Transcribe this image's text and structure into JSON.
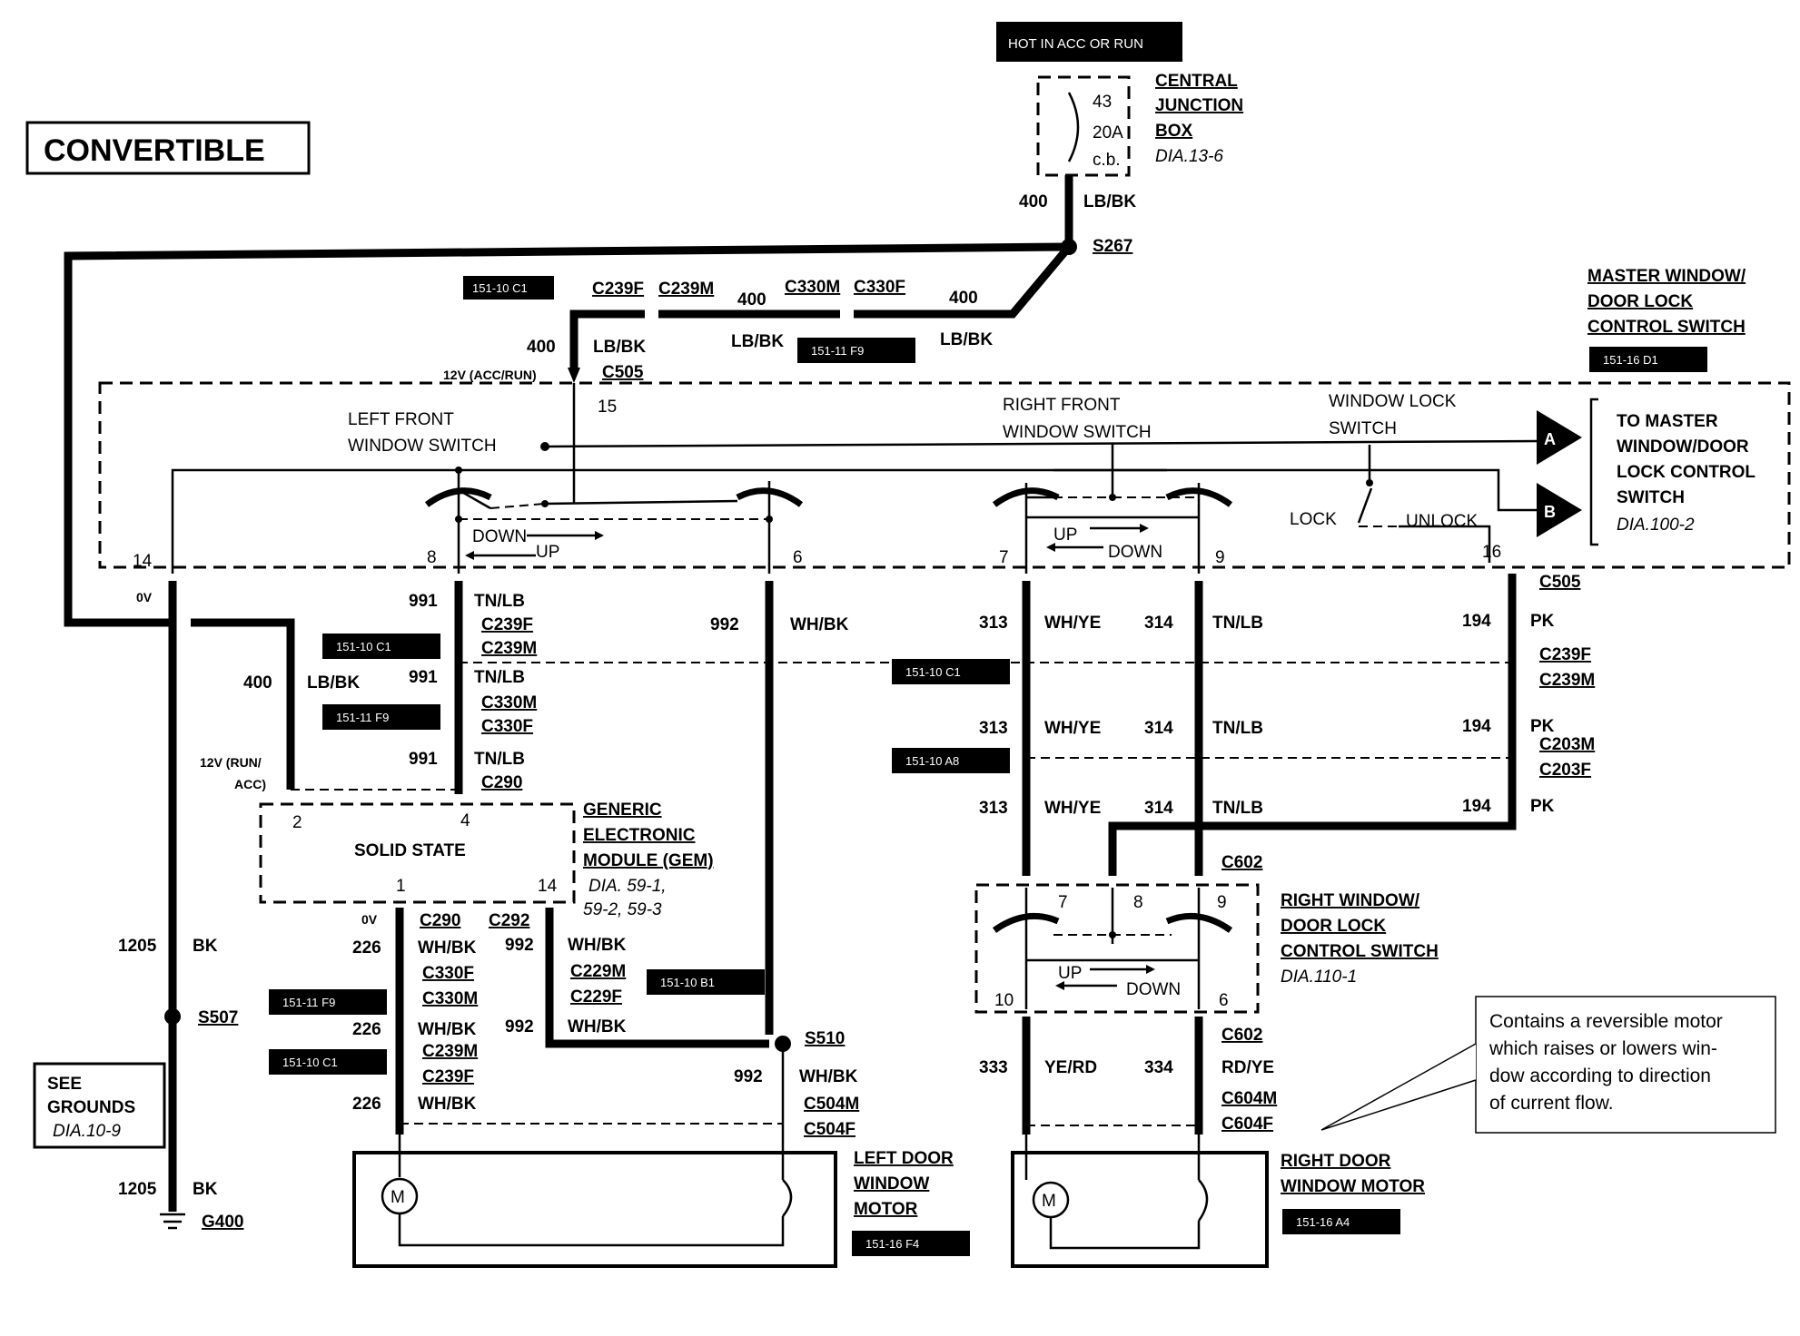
{
  "title_box": "CONVERTIBLE",
  "hot_label": "HOT IN ACC OR RUN",
  "fuse": {
    "number": "43",
    "rating": "20A",
    "type": "c.b."
  },
  "cjb": {
    "line1": "CENTRAL",
    "line2": "JUNCTION",
    "line3": "BOX",
    "ref": "DIA.13-6"
  },
  "splices": {
    "s267": "S267",
    "s507": "S507",
    "s510": "S510",
    "g400": "G400"
  },
  "master_switch": {
    "line1": "MASTER WINDOW/",
    "line2": "DOOR LOCK",
    "line3": "CONTROL SWITCH",
    "ref_box": "151-16 D1"
  },
  "to_master": {
    "line1": "TO MASTER",
    "line2": "WINDOW/DOOR",
    "line3": "LOCK CONTROL",
    "line4": "SWITCH",
    "ref": "DIA.100-2",
    "tri_a": "A",
    "tri_b": "B"
  },
  "switch_labels": {
    "lf1": "LEFT FRONT",
    "lf2": "WINDOW SWITCH",
    "rf1": "RIGHT FRONT",
    "rf2": "WINDOW SWITCH",
    "wl1": "WINDOW LOCK",
    "wl2": "SWITCH",
    "lock": "LOCK",
    "unlock": "UNLOCK",
    "down": "DOWN",
    "up": "UP"
  },
  "pins": {
    "p15": "15",
    "p14": "14",
    "p8": "8",
    "p6": "6",
    "p7": "7",
    "p9": "9",
    "p16": "16",
    "p2": "2",
    "p4": "4",
    "p1": "1",
    "p14b": "14",
    "p10": "10",
    "p6b": "6",
    "p7b": "7",
    "p8b": "8",
    "p9b": "9"
  },
  "voltages": {
    "v12_top": "12V (ACC/RUN)",
    "v0": "0V",
    "v12_run": "12V (RUN/",
    "acc": "ACC)",
    "v0b": "0V"
  },
  "connectors": {
    "c505": "C505",
    "c505b": "C505",
    "c239f": "C239F",
    "c239m": "C239M",
    "c330m": "C330M",
    "c330f": "C330F",
    "c290": "C290",
    "c292": "C292",
    "c229m": "C229M",
    "c229f": "C229F",
    "c203m": "C203M",
    "c203f": "C203F",
    "c602": "C602",
    "c602b": "C602",
    "c504m": "C504M",
    "c504f": "C504F",
    "c604m": "C604M",
    "c604f": "C604F"
  },
  "circuits": {
    "c400": "400",
    "c991": "991",
    "c992": "992",
    "c313": "313",
    "c314": "314",
    "c194": "194",
    "c1205": "1205",
    "c226": "226",
    "c333": "333",
    "c334": "334"
  },
  "colors": {
    "lbbk": "LB/BK",
    "tnlb": "TN/LB",
    "whbk": "WH/BK",
    "whye": "WH/YE",
    "pk": "PK",
    "bk": "BK",
    "yerd": "YE/RD",
    "rdye": "RD/YE"
  },
  "ref_boxes": {
    "r1": "151-10 C1",
    "r2": "151-11 F9",
    "r3": "151-10 A8",
    "r4": "151-10 B1",
    "r5": "151-16 F4",
    "r6": "151-16 A4"
  },
  "gem": {
    "line1": "GENERIC",
    "line2": "ELECTRONIC",
    "line3": "MODULE (GEM)",
    "ref1": "DIA. 59-1,",
    "ref2": "59-2, 59-3",
    "inner": "SOLID STATE"
  },
  "right_switch": {
    "line1": "RIGHT WINDOW/",
    "line2": "DOOR LOCK",
    "line3": "CONTROL SWITCH",
    "ref": "DIA.110-1"
  },
  "left_motor": {
    "line1": "LEFT DOOR",
    "line2": "WINDOW",
    "line3": "MOTOR",
    "symbol": "M"
  },
  "right_motor": {
    "line1": "RIGHT DOOR",
    "line2": "WINDOW MOTOR",
    "symbol": "M"
  },
  "grounds": {
    "line1": "SEE",
    "line2": "GROUNDS",
    "ref": "DIA.10-9"
  },
  "note": {
    "l1": "Contains a reversible motor",
    "l2": "which raises or lowers win-",
    "l3": "dow according to direction",
    "l4": "of current flow."
  }
}
